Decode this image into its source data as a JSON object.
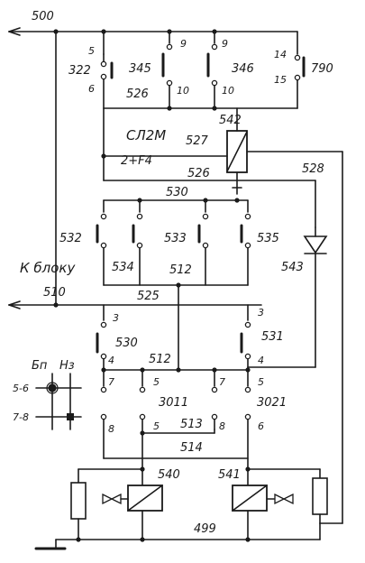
{
  "wires": {
    "w500": "500",
    "w510": "510",
    "w512a": "512",
    "w512b": "512",
    "w513": "513",
    "w514": "514",
    "w525": "525",
    "w526a": "526",
    "w526b": "526",
    "w527": "527",
    "w528": "528",
    "w530": "530",
    "w499": "499"
  },
  "components": {
    "c322": "322",
    "c345": "345",
    "c346": "346",
    "c790": "790",
    "c542": "542",
    "c543": "543",
    "c532": "532",
    "c533": "533",
    "c534": "534",
    "c535": "535",
    "c530": "530",
    "c531": "531",
    "c3011": "3011",
    "c3021": "3021",
    "c540": "540",
    "c541": "541",
    "slpm": "СЛ2М",
    "f4": "2+F4"
  },
  "pins": {
    "p5": "5",
    "p6": "6",
    "p9a": "9",
    "p9b": "9",
    "p10a": "10",
    "p10b": "10",
    "p14": "14",
    "p15": "15",
    "p3a": "3",
    "p4a": "4",
    "p3b": "3",
    "p4b": "4",
    "p7a": "7",
    "p5a": "5",
    "p7b": "7",
    "p5b": "5",
    "p8a": "8",
    "p5c": "5",
    "p8b": "8",
    "p6b": "6"
  },
  "labels": {
    "to_block": "К блоку",
    "bp": "Бп",
    "nz": "Нз",
    "row56": "5-6",
    "row78": "7-8"
  }
}
